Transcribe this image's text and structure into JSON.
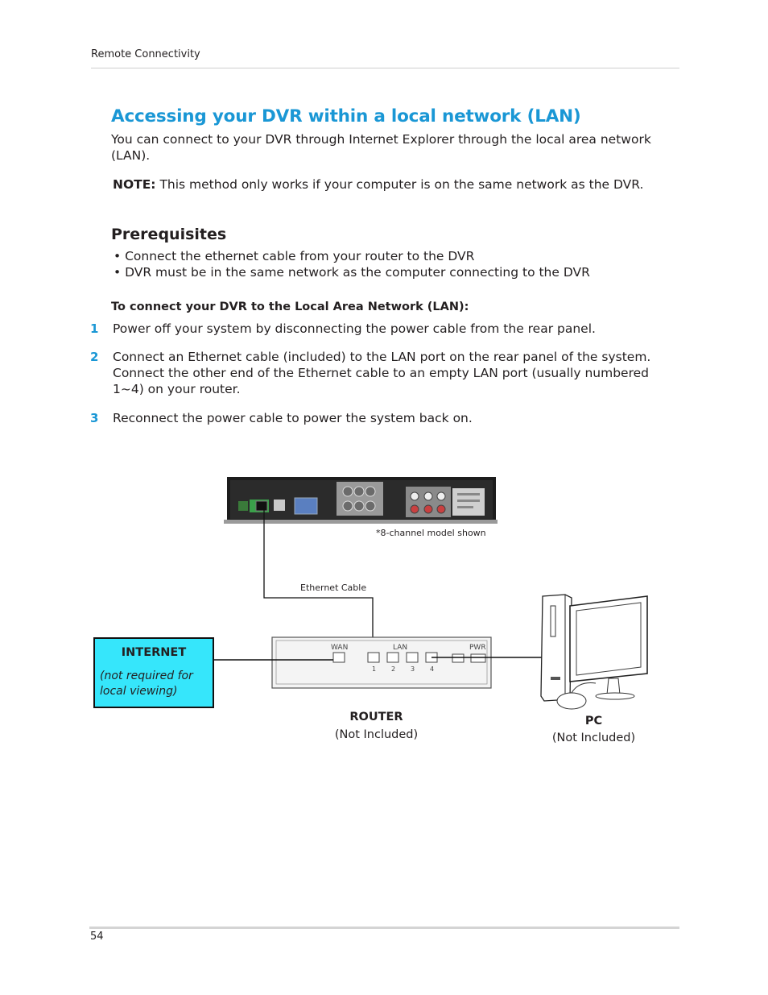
{
  "header": {
    "section": "Remote Connectivity"
  },
  "title": "Accessing your DVR within a local network (LAN)",
  "intro": "You can connect to your DVR through Internet Explorer through the local area network (LAN).",
  "note": {
    "label": "NOTE:",
    "text": " This method only works if your computer is on the same network as the DVR."
  },
  "prerequisites": {
    "heading": "Prerequisites",
    "items": [
      "• Connect the ethernet cable from your router to the DVR",
      "• DVR must be in the same network as the computer connecting to the DVR"
    ]
  },
  "procedure": {
    "heading": "To connect your DVR to the Local Area Network (LAN):",
    "steps": [
      {
        "num": "1",
        "text": "Power off your system by disconnecting the power cable from the rear panel."
      },
      {
        "num": "2",
        "text": "Connect an Ethernet cable (included) to the LAN port on the rear panel of the system. Connect the other end of the Ethernet cable to an empty LAN port (usually numbered 1~4) on your router."
      },
      {
        "num": "3",
        "text": "Reconnect the power cable to power the system back on."
      }
    ]
  },
  "diagram": {
    "model_note": "*8-channel model shown",
    "cable_label": "Ethernet Cable",
    "internet_title": "INTERNET",
    "internet_note": "(not required for local viewing)",
    "router_title": "ROUTER",
    "router_sub": "(Not Included)",
    "pc_title": "PC",
    "pc_sub": "(Not Included)",
    "router_ports": {
      "wan": "WAN",
      "lan": "LAN",
      "pwr": "PWR",
      "p1": "1",
      "p2": "2",
      "p3": "3",
      "p4": "4"
    },
    "colors": {
      "internet_box": "#36e6fb",
      "accent": "#1a97d5"
    }
  },
  "footer": {
    "page_number": "54"
  }
}
